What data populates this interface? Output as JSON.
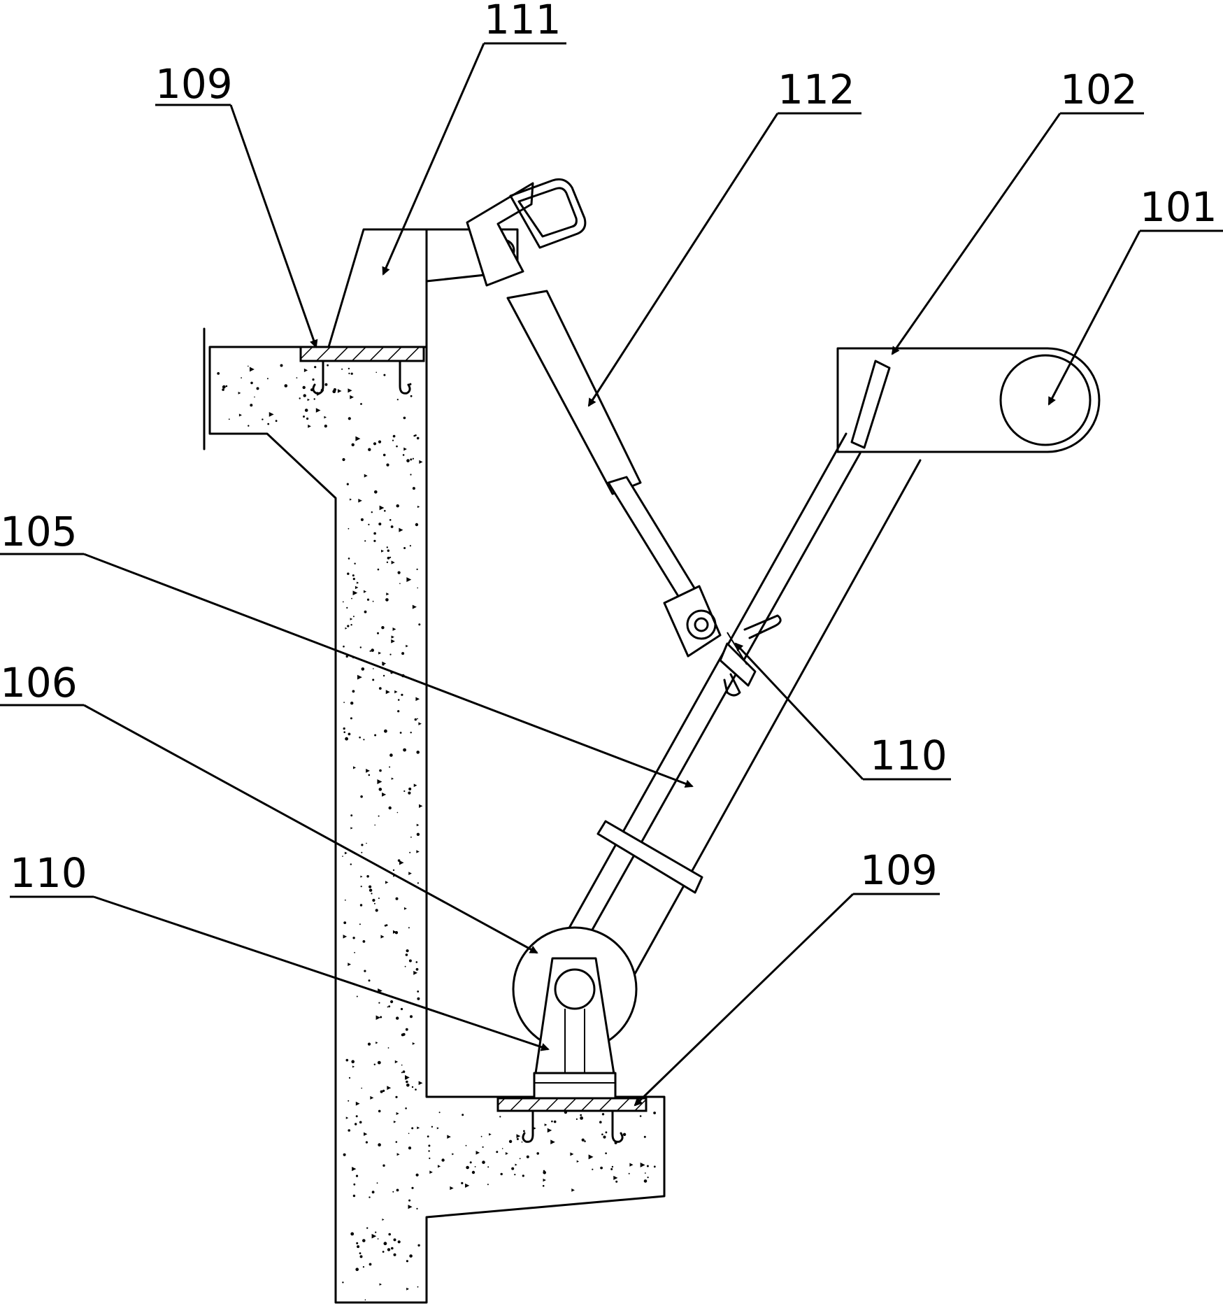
{
  "callouts": [
    {
      "id": "c-111",
      "label": "111"
    },
    {
      "id": "c-109-top",
      "label": "109"
    },
    {
      "id": "c-112",
      "label": "112"
    },
    {
      "id": "c-102",
      "label": "102"
    },
    {
      "id": "c-101",
      "label": "101"
    },
    {
      "id": "c-105",
      "label": "105"
    },
    {
      "id": "c-106",
      "label": "106"
    },
    {
      "id": "c-110-mid",
      "label": "110"
    },
    {
      "id": "c-110-bottom",
      "label": "110"
    },
    {
      "id": "c-109-bottom",
      "label": "109"
    }
  ]
}
